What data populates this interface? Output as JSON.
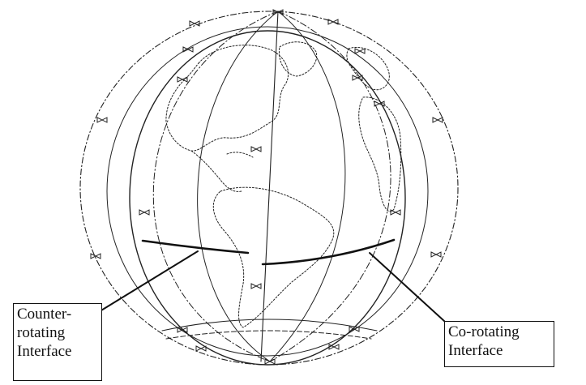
{
  "labels": {
    "counter_rotating": [
      "Counter-",
      "rotating",
      "Interface"
    ],
    "co_rotating": [
      "Co-rotating",
      "Interface"
    ]
  },
  "colors": {
    "ink": "#111111",
    "background": "#ffffff"
  }
}
